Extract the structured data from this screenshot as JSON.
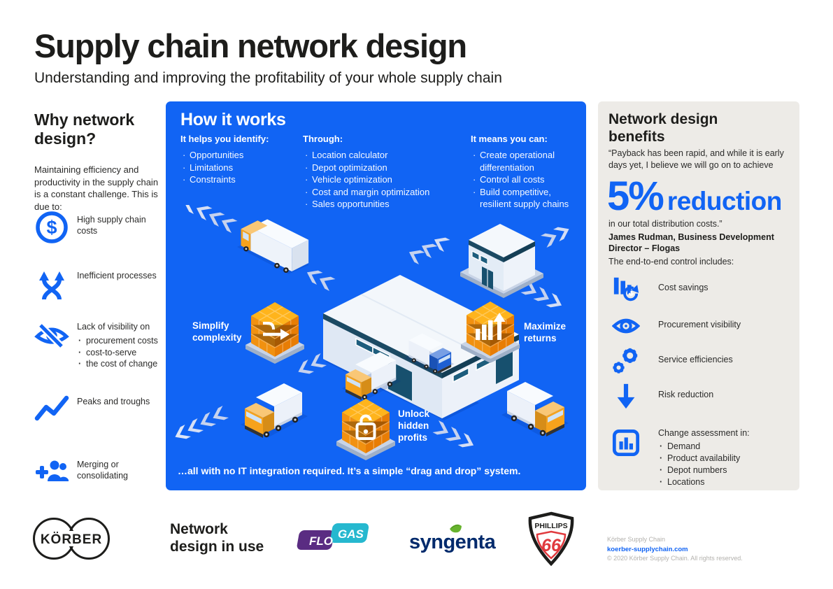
{
  "header": {
    "title": "Supply chain network design",
    "subtitle": "Understanding and improving the profitability of your whole supply chain"
  },
  "why": {
    "heading": "Why network design?",
    "intro": "Maintaining efficiency and productivity in the supply chain is a constant challenge. This is due to:",
    "items": [
      {
        "icon": "dollar-circle-icon",
        "label": "High supply chain costs"
      },
      {
        "icon": "tangled-arrows-icon",
        "label": "Inefficient processes"
      },
      {
        "icon": "eye-slash-icon",
        "label": "Lack of visibility on",
        "bullets": [
          "procurement costs",
          "cost-to-serve",
          "the cost of change"
        ]
      },
      {
        "icon": "zigzag-chart-icon",
        "label": "Peaks and troughs"
      },
      {
        "icon": "merge-people-icon",
        "label": "Merging or consolidating"
      }
    ]
  },
  "how": {
    "heading": "How it works",
    "col1": {
      "title": "It helps you identify:",
      "bullets": [
        "Opportunities",
        "Limitations",
        "Constraints"
      ]
    },
    "col2": {
      "title": "Through:",
      "bullets": [
        "Location calculator",
        "Depot optimization",
        "Vehicle optimization",
        "Cost and margin optimization",
        "Sales opportunities"
      ]
    },
    "col3": {
      "title": "It means you can:",
      "bullets": [
        "Create operational differentiation",
        "Control all costs",
        "Build competitive, resilient supply chains"
      ]
    },
    "callouts": {
      "simplify": "Simplify complexity",
      "maximize": "Maximize returns",
      "unlock": "Unlock hidden profits"
    },
    "footnote": "…all with no IT integration required. It’s a simple “drag and drop” system."
  },
  "benefits": {
    "heading": "Network design benefits",
    "quote_intro": "“Payback has been rapid, and while it is early days yet, I believe we will go on to achieve",
    "stat_value": "5%",
    "stat_label": "reduction",
    "quote_outro": "in our total distribution costs.”",
    "attribution": "James Rudman, Business Development Director – Flogas",
    "list_intro": "The end-to-end control includes:",
    "items": [
      {
        "icon": "cost-savings-icon",
        "label": "Cost savings"
      },
      {
        "icon": "eye-icon",
        "label": "Procurement visibility"
      },
      {
        "icon": "gears-icon",
        "label": "Service efficiencies"
      },
      {
        "icon": "down-arrow-icon",
        "label": "Risk reduction"
      },
      {
        "icon": "change-chart-icon",
        "label": "Change assessment in:",
        "bullets": [
          "Demand",
          "Product availability",
          "Depot numbers",
          "Locations"
        ]
      }
    ]
  },
  "footer": {
    "korber_wordmark": "KÖRBER",
    "caption": "Network design in use",
    "logos": {
      "flogas_flo": "FLO",
      "flogas_gas": "GAS",
      "syngenta": "syngenta",
      "phillips_name": "PHILLIPS",
      "phillips_number": "66"
    },
    "company": "Körber Supply Chain",
    "website": "koerber-supplychain.com",
    "copyright": "© 2020 Körber Supply Chain. All rights reserved."
  },
  "colors": {
    "accent_blue": "#1164f4",
    "panel_gray": "#edebe7",
    "cube_orange": "#f19110",
    "teal_dark": "#1b4a63",
    "text_dark": "#1d1d1b"
  }
}
